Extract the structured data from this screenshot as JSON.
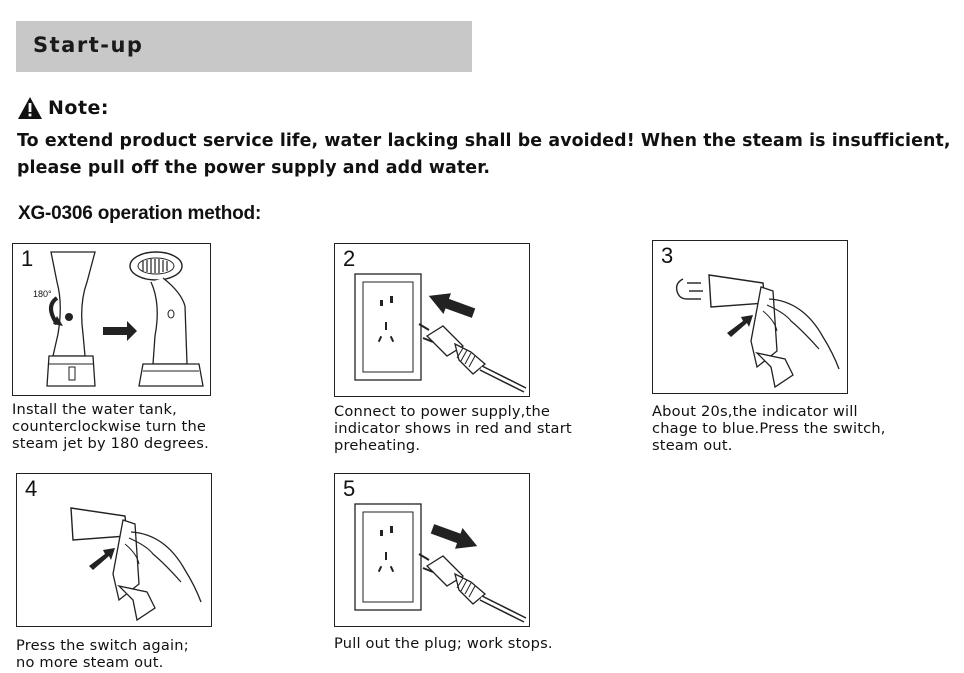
{
  "section": {
    "title": "Start-up"
  },
  "note": {
    "label": "Note:",
    "text": "To extend product service life, water lacking shall be avoided! When the steam is insufficient, please pull off the power supply and add water."
  },
  "method_title": "XG-0306 operation method:",
  "steps": [
    {
      "number": "1",
      "rotation_label": "180°",
      "caption": [
        "Install the water tank,",
        "counterclockwise turn  the",
        "steam jet by 180 degrees."
      ]
    },
    {
      "number": "2",
      "caption": [
        "Connect to power supply,the",
        "indicator shows in red and start",
        "preheating."
      ]
    },
    {
      "number": "3",
      "caption": [
        "About 20s,the indicator will",
        "chage to blue.Press the switch,",
        "steam out."
      ]
    },
    {
      "number": "4",
      "caption": [
        "Press the switch again;",
        "no more steam out."
      ]
    },
    {
      "number": "5",
      "caption": [
        "Pull out the plug; work stops."
      ]
    }
  ]
}
